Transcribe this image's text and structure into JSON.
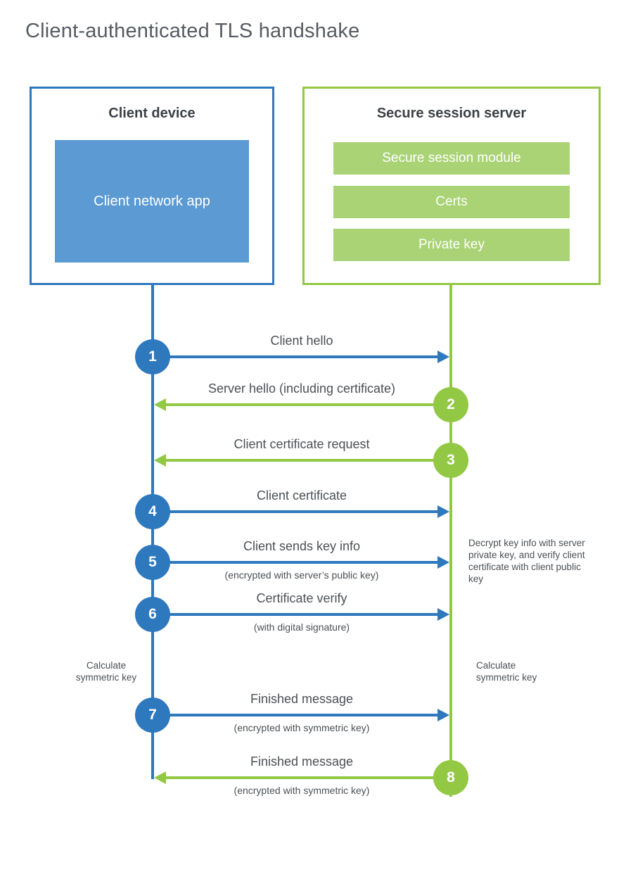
{
  "page": {
    "title": "Client-authenticated TLS handshake"
  },
  "colors": {
    "blue": "#2e78bd",
    "blue_fill": "#5b9ad2",
    "green": "#92c844",
    "green_fill": "#a9d375"
  },
  "client": {
    "title": "Client device",
    "app": "Client network app"
  },
  "server": {
    "title": "Secure session server",
    "modules": [
      "Secure session module",
      "Certs",
      "Private key"
    ]
  },
  "steps": [
    {
      "num": "1",
      "label": "Client hello",
      "sub": "",
      "direction": "client-to-server",
      "color": "blue"
    },
    {
      "num": "2",
      "label": "Server hello (including certificate)",
      "sub": "",
      "direction": "server-to-client",
      "color": "green"
    },
    {
      "num": "3",
      "label": "Client certificate request",
      "sub": "",
      "direction": "server-to-client",
      "color": "green"
    },
    {
      "num": "4",
      "label": "Client certificate",
      "sub": "",
      "direction": "client-to-server",
      "color": "blue"
    },
    {
      "num": "5",
      "label": "Client sends key info",
      "sub": "(encrypted with server’s public key)",
      "direction": "client-to-server",
      "color": "blue"
    },
    {
      "num": "6",
      "label": "Certificate verify",
      "sub": "(with digital signature)",
      "direction": "client-to-server",
      "color": "blue"
    },
    {
      "num": "7",
      "label": "Finished message",
      "sub": "(encrypted with symmetric key)",
      "direction": "client-to-server",
      "color": "blue"
    },
    {
      "num": "8",
      "label": "Finished message",
      "sub": "(encrypted with symmetric key)",
      "direction": "server-to-client",
      "color": "green"
    }
  ],
  "annotations": {
    "decrypt_note": "Decrypt key info with server private key, and verify client certificate with client public key",
    "calculate_left": "Calculate symmetric key",
    "calculate_right": "Calculate symmetric key"
  }
}
